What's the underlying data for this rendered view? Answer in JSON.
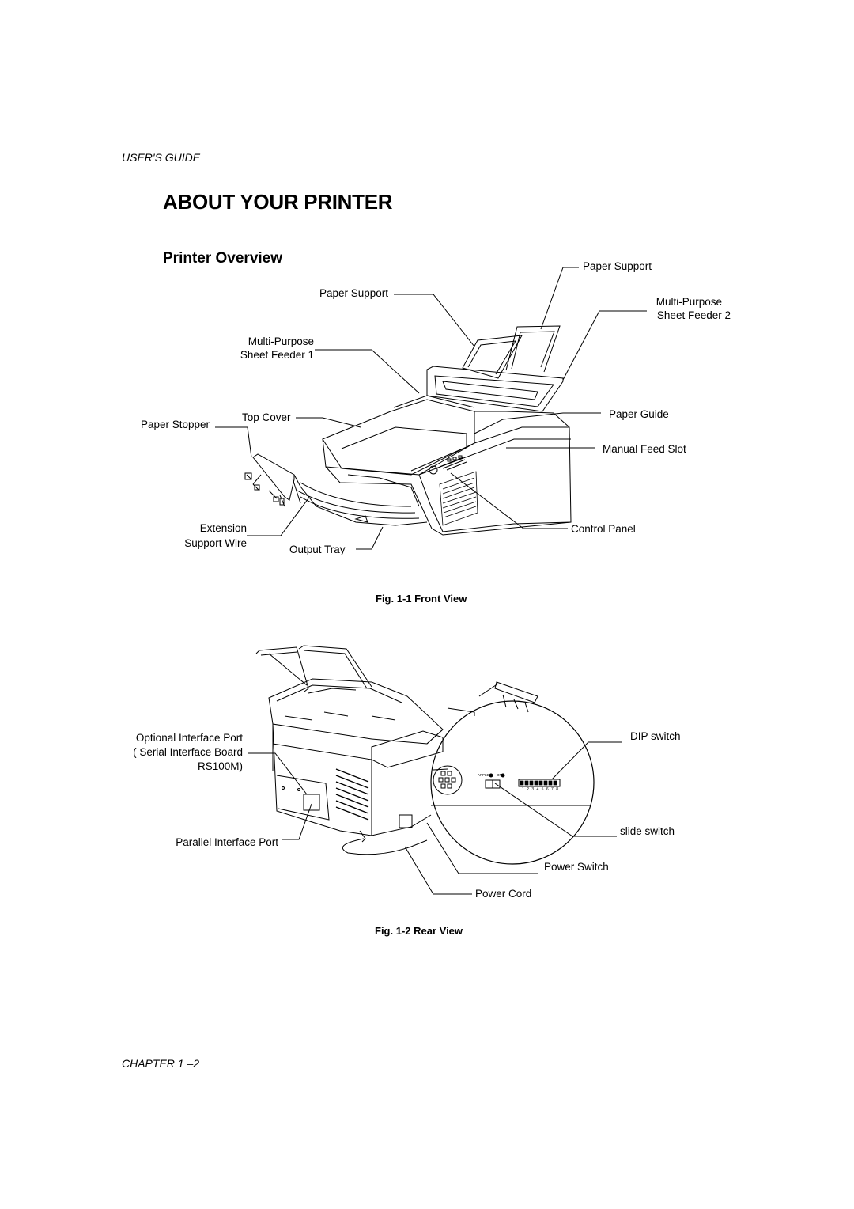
{
  "header": {
    "guide": "USER'S GUIDE"
  },
  "page": {
    "title": "ABOUT YOUR PRINTER",
    "section": "Printer Overview"
  },
  "front_view": {
    "caption": "Fig. 1-1 Front View",
    "labels": {
      "paper_support_left": "Paper Support",
      "paper_support_right": "Paper Support",
      "mp_feeder1_line1": "Multi-Purpose",
      "mp_feeder1_line2": "Sheet Feeder 1",
      "mp_feeder2_line1": "Multi-Purpose",
      "mp_feeder2_line2": "Sheet Feeder 2",
      "top_cover": "Top Cover",
      "paper_stopper": "Paper Stopper",
      "paper_guide": "Paper Guide",
      "manual_feed_slot": "Manual Feed Slot",
      "extension_line1": "Extension",
      "extension_line2": "Support Wire",
      "output_tray": "Output Tray",
      "control_panel": "Control Panel"
    }
  },
  "rear_view": {
    "caption": "Fig. 1-2 Rear View",
    "labels": {
      "optional_port_line1": "Optional Interface Port",
      "optional_port_line2": "( Serial Interface Board",
      "optional_port_line3": "RS100M)",
      "parallel_port": "Parallel Interface Port",
      "dip_switch": "DIP switch",
      "slide_switch": "slide switch",
      "power_switch": "Power Switch",
      "power_cord": "Power Cord",
      "dip_numbers": "1 2 3 4 5 6 7 8",
      "slide_left": "APPLE",
      "slide_right": "ON"
    }
  },
  "footer": {
    "chapter": "CHAPTER 1 –2"
  }
}
